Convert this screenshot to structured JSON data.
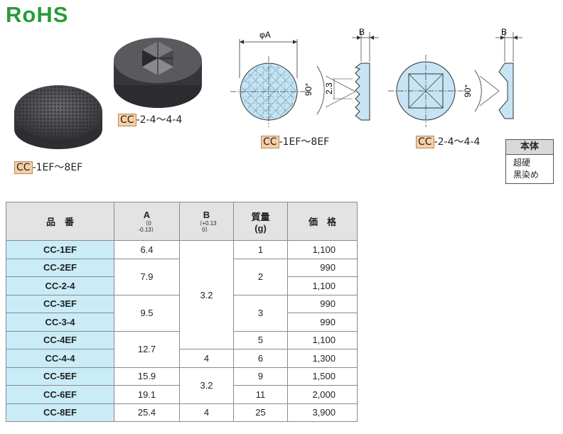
{
  "rohs_label": "RoHS",
  "captions": {
    "textured": {
      "prefix": "CC",
      "suffix": "-1EF～8EF"
    },
    "pyramid": {
      "prefix": "CC",
      "suffix": "-2-4～4-4"
    },
    "drawing_textured": {
      "prefix": "CC",
      "suffix": "-1EF～8EF"
    },
    "drawing_pyramid": {
      "prefix": "CC",
      "suffix": "-2-4～4-4"
    }
  },
  "dimensions": {
    "phiA": "φA",
    "B1": "B",
    "B2": "B",
    "angle1": "90°",
    "angle2": "90°",
    "pitch": "2.3"
  },
  "material": {
    "header": "本体",
    "line1": "超硬",
    "line2": "黒染め"
  },
  "table": {
    "headers": {
      "part": "品　番",
      "A": "A",
      "A_tol_top": "0",
      "A_tol_bottom": "-0.13",
      "B": "B",
      "B_tol_top": "+0.13",
      "B_tol_bottom": "0",
      "mass": "質量",
      "mass_unit": "(g)",
      "price": "価　格"
    },
    "rows": [
      {
        "part": "CC-1EF",
        "A": "6.4",
        "mass": "1",
        "price": "1,100"
      },
      {
        "part": "CC-2EF",
        "A": "7.9",
        "mass": "2",
        "price": "990"
      },
      {
        "part": "CC-2-4",
        "price": "1,100"
      },
      {
        "part": "CC-3EF",
        "A": "9.5",
        "mass": "3",
        "price": "990"
      },
      {
        "part": "CC-3-4",
        "price": "990"
      },
      {
        "part": "CC-4EF",
        "A": "12.7",
        "mass": "5",
        "price": "1,100"
      },
      {
        "part": "CC-4-4",
        "mass": "6",
        "price": "1,300"
      },
      {
        "part": "CC-5EF",
        "A": "15.9",
        "mass": "9",
        "price": "1,500"
      },
      {
        "part": "CC-6EF",
        "A": "19.1",
        "mass": "11",
        "price": "2,000"
      },
      {
        "part": "CC-8EF",
        "A": "25.4",
        "mass": "25",
        "price": "3,900"
      }
    ],
    "B_groups": [
      "3.2",
      "4",
      "3.2",
      "4"
    ]
  }
}
